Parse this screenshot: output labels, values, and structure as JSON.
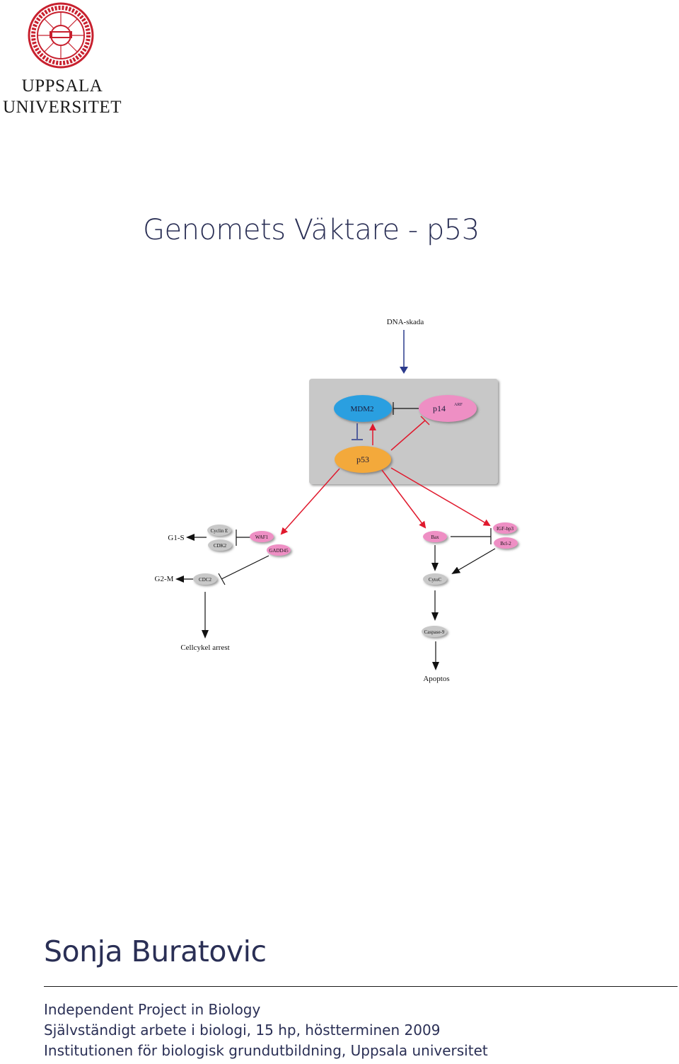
{
  "header": {
    "university_line1": "UPPSALA",
    "university_line2": "UNIVERSITET",
    "seal_text": "SIGILLVM VNIVERSITATIS VPSALIENSIS"
  },
  "title": "Genomets Väktare - p53",
  "diagram": {
    "trigger": "DNA-skada",
    "nodes": {
      "mdm2": "MDM2",
      "p14": "p14",
      "p14_sup": "ARF",
      "p53": "p53",
      "g1s": "G1-S",
      "cyclin_e": "Cyclin E",
      "cdk2": "CDK2",
      "waf1": "WAF1",
      "gadd45": "GADD45",
      "bax": "Bax",
      "igf_bp3": "IGF-bp3",
      "bcl2": "Bcl-2",
      "g2m": "G2-M",
      "cdc2": "CDC2",
      "cytoc": "CytoC",
      "caspase9": "Caspase-9",
      "cellcykel": "Cellcykel arrest",
      "apoptos": "Apoptos"
    }
  },
  "author": "Sonja Buratovic",
  "footer": {
    "line1": "Independent Project in Biology",
    "line2": "Självständigt arbete i biologi, 15 hp, höstterminen 2009",
    "line3": "Institutionen för biologisk grundutbildning, Uppsala universitet"
  },
  "colors": {
    "seal_red": "#c8202e",
    "title_blue": "#2a2f55",
    "mdm2_blue": "#2a9fe0",
    "p14_pink": "#ee8fc4",
    "p53_orange": "#f3a93a",
    "arrow_red": "#e0192d",
    "arrow_navy": "#2b3a8c",
    "box_gray": "#c8c8c8"
  }
}
